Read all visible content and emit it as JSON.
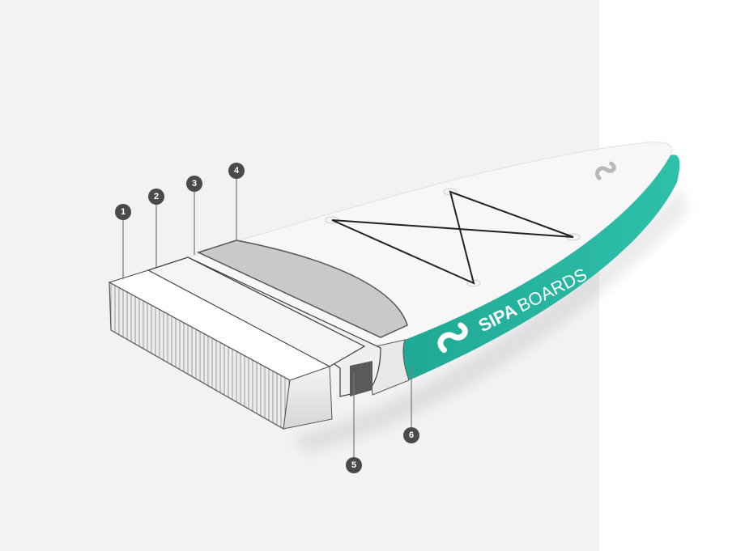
{
  "diagram": {
    "brand": {
      "part1": "SIPA",
      "part2": "BOARDS"
    },
    "markers": [
      {
        "label": "1"
      },
      {
        "label": "2"
      },
      {
        "label": "3"
      },
      {
        "label": "4"
      },
      {
        "label": "5"
      },
      {
        "label": "6"
      }
    ],
    "colors": {
      "rail": "#27b5a0",
      "marker": "#4a4a4a",
      "pad": "#c9c9cb",
      "background": "#f2f2f4"
    }
  }
}
